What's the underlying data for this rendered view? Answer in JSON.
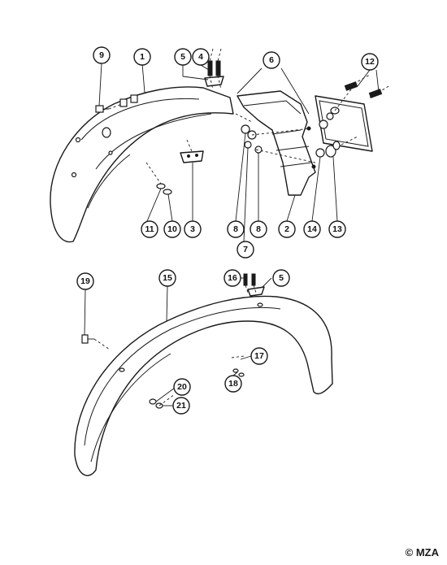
{
  "callouts": {
    "c1": "1",
    "c2": "2",
    "c3": "3",
    "c4": "4",
    "c5a": "5",
    "c5b": "5",
    "c6": "6",
    "c7": "7",
    "c8a": "8",
    "c8b": "8",
    "c9": "9",
    "c10": "10",
    "c11": "11",
    "c12": "12",
    "c13": "13",
    "c14": "14",
    "c15": "15",
    "c16": "16",
    "c17": "17",
    "c18": "18",
    "c19": "19",
    "c20": "20",
    "c21": "21"
  },
  "copyright": "© MZA"
}
